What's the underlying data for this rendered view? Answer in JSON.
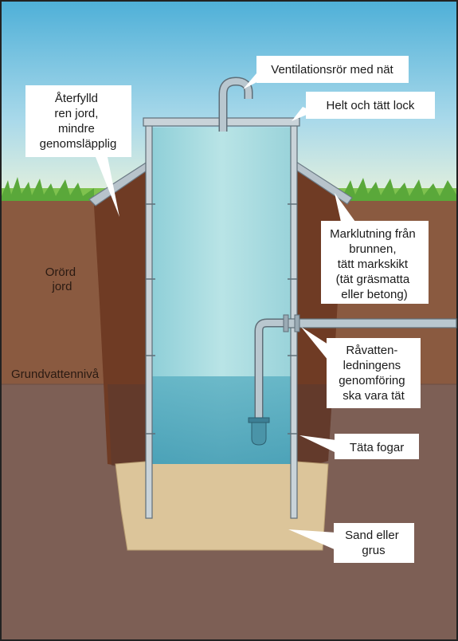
{
  "labels": {
    "ventilation": "Ventilationsrör med nät",
    "lid": "Helt och tätt lock",
    "backfill": [
      "Återfylld",
      "ren jord,",
      "mindre",
      "genomsläpplig"
    ],
    "undisturbed_soil": [
      "Orörd",
      "jord"
    ],
    "groundwater_level": "Grundvattennivå",
    "slope": [
      "Marklutning från",
      "brunnen,",
      "tätt markskikt",
      "(tät gräsmatta",
      "eller betong)"
    ],
    "pipe_penetration": [
      "Råvatten-",
      "ledningens",
      "genomföring",
      "ska vara tät"
    ],
    "joints": "Täta fogar",
    "sand_gravel": [
      "Sand eller",
      "grus"
    ]
  }
}
